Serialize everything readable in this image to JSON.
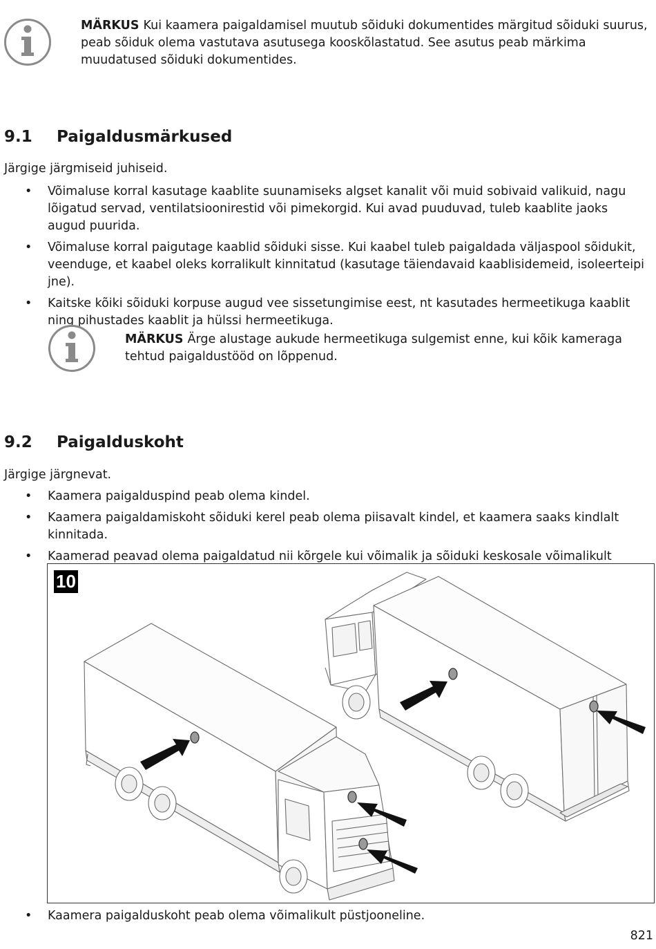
{
  "note_top": {
    "label": "MÄRKUS",
    "text": "Kui kaamera paigaldamisel muutub sõiduki dokumentides märgitud sõiduki suurus, peab sõiduk olema vastutava asutusega kooskõlastatud. See asutus peab märkima muudatused sõiduki dokumentides."
  },
  "section_1": {
    "number": "9.1",
    "title": "Paigaldusmärkused",
    "intro": "Järgige järgmiseid juhiseid.",
    "bullets": [
      "Võimaluse korral kasutage kaablite suunamiseks algset kanalit või muid sobivaid valikuid, nagu lõigatud servad, ventilatsioonirestid või pimekorgid. Kui avad puuduvad, tuleb kaablite jaoks augud puurida.",
      "Võimaluse korral paigutage kaablid sõiduki sisse. Kui kaabel tuleb paigaldada väljaspool sõidukit, veenduge, et kaabel oleks korralikult kinnitatud (kasutage täiendavaid kaablisidemeid, isoleerteipi jne).",
      "Kaitske kõiki sõiduki korpuse augud vee sissetungimise eest, nt kasutades hermeetikuga kaablit ning pihustades kaablit ja hülssi hermeetikuga."
    ],
    "note": {
      "label": "MÄRKUS",
      "text": "Ärge alustage aukude hermeetikuga sulgemist enne, kui kõik kameraga tehtud paigaldustööd on lõppenud."
    }
  },
  "section_2": {
    "number": "9.2",
    "title": "Paigalduskoht",
    "intro": "Järgige järgnevat.",
    "bullets": [
      "Kaamera paigalduspind peab olema kindel.",
      "Kaamera paigaldamiskoht sõiduki kerel peab olema piisavalt kindel, et kaamera saaks kindlalt kinnitada.",
      "Kaamerad peavad olema paigaldatud nii kõrgele kui võimalik ja sõiduki keskosale võimalikult lähedale."
    ],
    "figure_number": "10",
    "bullet_after": "Kaamera paigalduskoht peab olema võimalikult püstjooneline."
  },
  "bullet_symbol": "•",
  "page_number": "821"
}
